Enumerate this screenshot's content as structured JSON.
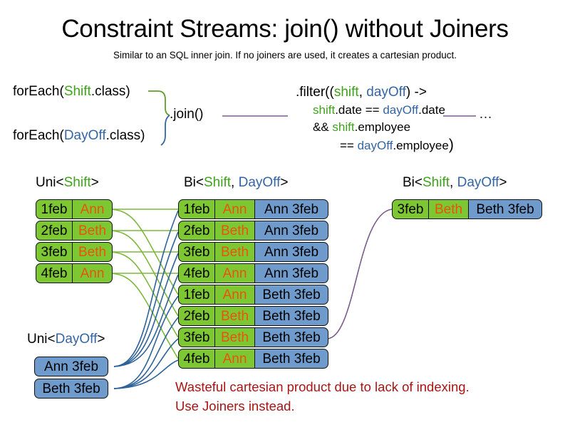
{
  "title": "Constraint Streams: join() without Joiners",
  "subtitle": "Similar to an SQL inner join. If no joiners are used, it creates a cartesian product.",
  "code": {
    "forEach_shift": {
      "prefix": "forEach(",
      "type": "Shift",
      "suffix": ".class)"
    },
    "forEach_dayoff": {
      "prefix": "forEach(",
      "type": "DayOff",
      "suffix": ".class)"
    },
    "join_call": ".join()",
    "filter": {
      "line1_a": ".filter((",
      "line1_shift": "shift",
      "line1_comma": ", ",
      "line1_dayoff": "dayOff",
      "line1_b": ") ->",
      "line2_a": "shift",
      "line2_b": ".date == ",
      "line2_c": "dayOff",
      "line2_d": ".date",
      "line3_a": "&& ",
      "line3_b": "shift",
      "line3_c": ".employee",
      "line4_a": "== ",
      "line4_b": "dayOff",
      "line4_c": ".employee",
      "line4_d": ")"
    },
    "ellipsis": "…"
  },
  "labels": {
    "uni_shift": {
      "prefix": "Uni<",
      "type": "Shift",
      "suffix": ">"
    },
    "bi_middle": {
      "prefix": "Bi<",
      "type1": "Shift",
      "sep": ", ",
      "type2": "DayOff",
      "suffix": ">"
    },
    "bi_right": {
      "prefix": "Bi<",
      "type1": "Shift",
      "sep": ", ",
      "type2": "DayOff",
      "suffix": ">"
    },
    "uni_dayoff": {
      "prefix": "Uni<",
      "type": "DayOff",
      "suffix": ">"
    }
  },
  "uni_shift_rows": [
    {
      "date": "1feb",
      "employee": "Ann"
    },
    {
      "date": "2feb",
      "employee": "Beth"
    },
    {
      "date": "3feb",
      "employee": "Beth"
    },
    {
      "date": "4feb",
      "employee": "Ann"
    }
  ],
  "uni_dayoff_rows": [
    {
      "dayoff": "Ann 3feb"
    },
    {
      "dayoff": "Beth 3feb"
    }
  ],
  "bi_middle_rows": [
    {
      "date": "1feb",
      "employee": "Ann",
      "dayoff": "Ann 3feb"
    },
    {
      "date": "2feb",
      "employee": "Beth",
      "dayoff": "Ann 3feb"
    },
    {
      "date": "3feb",
      "employee": "Beth",
      "dayoff": "Ann 3feb"
    },
    {
      "date": "4feb",
      "employee": "Ann",
      "dayoff": "Ann 3feb"
    },
    {
      "date": "1feb",
      "employee": "Ann",
      "dayoff": "Beth 3feb"
    },
    {
      "date": "2feb",
      "employee": "Beth",
      "dayoff": "Beth 3feb"
    },
    {
      "date": "3feb",
      "employee": "Beth",
      "dayoff": "Beth 3feb"
    },
    {
      "date": "4feb",
      "employee": "Ann",
      "dayoff": "Beth 3feb"
    }
  ],
  "bi_right_rows": [
    {
      "date": "3feb",
      "employee": "Beth",
      "dayoff": "Beth 3feb"
    }
  ],
  "note": {
    "line1": "Wasteful cartesian product due to lack of indexing.",
    "line2": "Use Joiners instead."
  },
  "colors": {
    "shift_green": "#7DC832",
    "dayoff_blue": "#6E9BCB",
    "employee_orange": "#E8540C",
    "type_green": "#3FA21B",
    "type_blue": "#3465A4",
    "note_red": "#A81515",
    "connector_purple": "#7A5B8C"
  }
}
